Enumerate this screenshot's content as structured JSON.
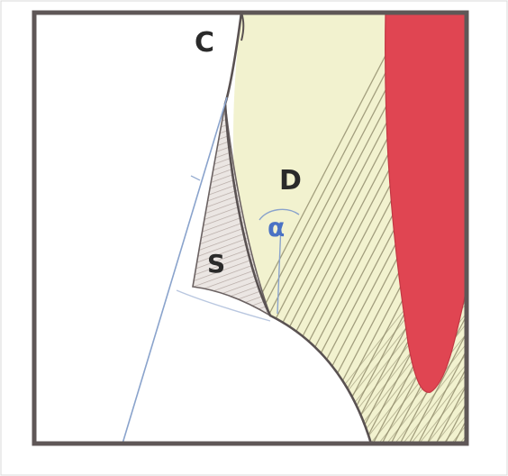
{
  "labels": {
    "cementum": "C",
    "dentin": "D",
    "sealant": "S",
    "angle": "α"
  },
  "colors": {
    "dentin_fill": "#f2f2cf",
    "tubule_lines": "#8f8a6a",
    "pulp": "#e04552",
    "outline": "#5a5252",
    "frame_border": "#5f5757",
    "sealant_fill": "#ebe6e3",
    "sealant_hatch": "#b5a9a4",
    "angle_lines": "#8aa3cc",
    "angle_symbol": "#4a72c4",
    "label_text": "#2a2a2a"
  }
}
